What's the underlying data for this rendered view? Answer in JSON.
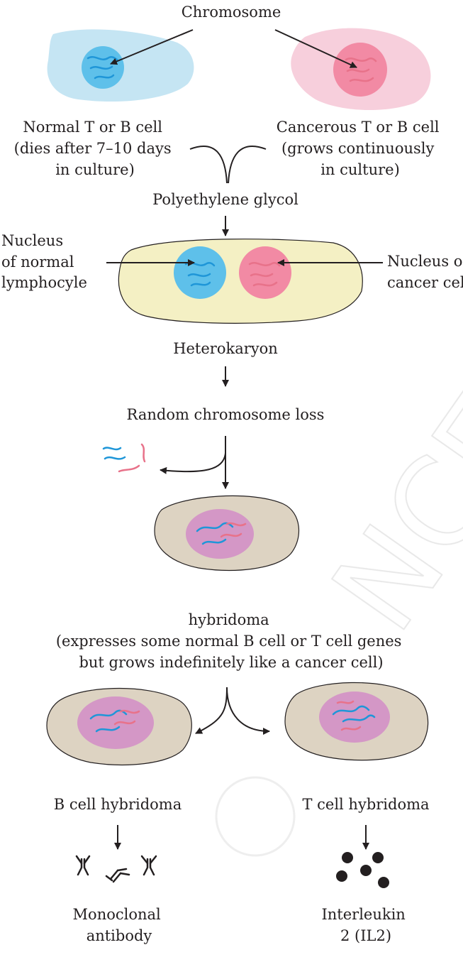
{
  "labels": {
    "chromosome": "Chromosome",
    "normal_cell": [
      "Normal T or B cell",
      "(dies after 7–10 days",
      "in culture)"
    ],
    "cancer_cell": [
      "Cancerous T or B cell",
      "(grows continuously",
      "in culture)"
    ],
    "peg": "Polyethylene glycol",
    "nucleus_normal": [
      "Nucleus",
      "of normal",
      "lymphocyle"
    ],
    "nucleus_cancer": [
      "Nucleus of",
      "cancer cell"
    ],
    "heterokaryon": "Heterokaryon",
    "chromosome_loss": "Random chromosome loss",
    "hybridoma": [
      "hybridoma",
      "(expresses some normal B cell or T cell genes",
      "but grows indefinitely like a cancer cell)"
    ],
    "b_hybridoma": "B cell hybridoma",
    "t_hybridoma": "T cell hybridoma",
    "monoclonal": [
      "Monoclonal",
      "antibody"
    ],
    "interleukin": [
      "Interleukin",
      "2 (IL2)"
    ]
  },
  "colors": {
    "normal_cell": "#c5e5f3",
    "normal_nucleus": "#5ec0ea",
    "cancer_cell": "#f7cfdc",
    "cancer_nucleus": "#f28aa4",
    "heterokaryon_cell": "#f4f0c4",
    "hybridoma_cell": "#ddd3c2",
    "hybridoma_nucleus": "#d497c6",
    "chromosome_blue": "#1f96d8",
    "chromosome_pink": "#e8728a",
    "ink": "#231f20"
  }
}
